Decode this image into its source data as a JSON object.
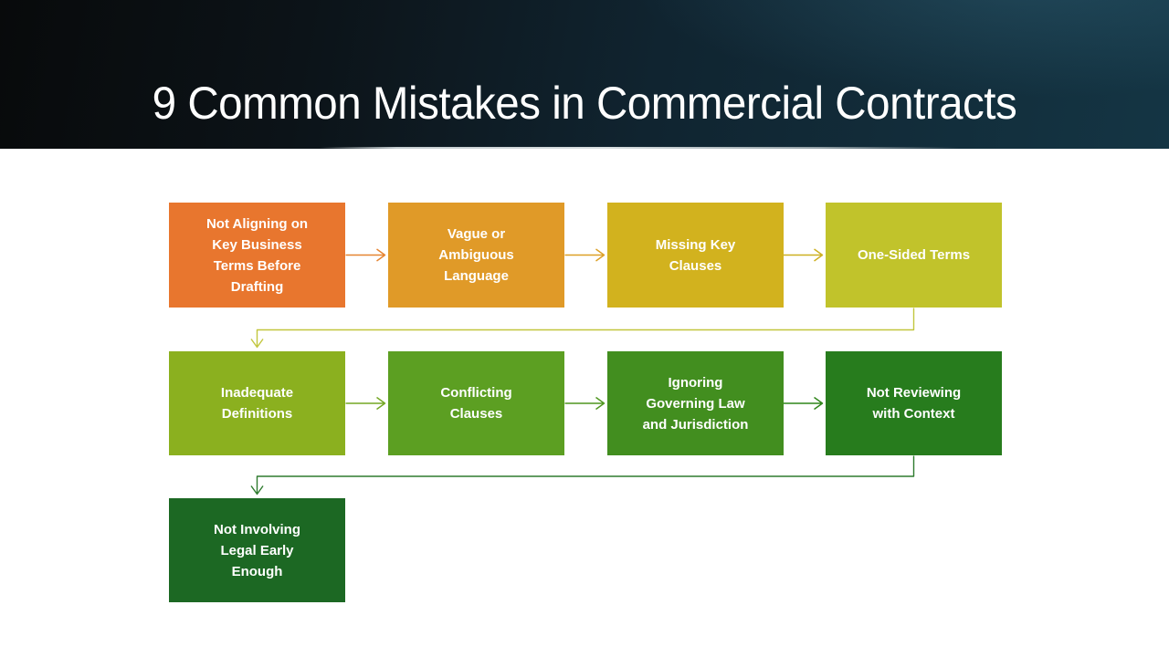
{
  "slide": {
    "title": "9 Common Mistakes in Commercial Contracts",
    "theme": {
      "background": "#FFFFFF",
      "title_color": "#FFFFFF",
      "header_gradient_start": "#080A0B",
      "header_gradient_mid": "#102430",
      "header_gradient_end": "#143544",
      "node_text_color": "#FFFFFF"
    },
    "nodes": [
      {
        "label": "Not Aligning on\nKey Business\nTerms Before\nDrafting",
        "color": "#E8762E"
      },
      {
        "label": "Vague or\nAmbiguous\nLanguage",
        "color": "#E09A28"
      },
      {
        "label": "Missing Key\nClauses",
        "color": "#D2B21E"
      },
      {
        "label": "One-Sided Terms",
        "color": "#C1C32B"
      },
      {
        "label": "Inadequate\nDefinitions",
        "color": "#8BB01F"
      },
      {
        "label": "Conflicting\nClauses",
        "color": "#5C9F22"
      },
      {
        "label": "Ignoring\nGoverning Law\nand Jurisdiction",
        "color": "#428E1F"
      },
      {
        "label": "Not Reviewing\nwith Context",
        "color": "#277C1D"
      },
      {
        "label": "Not Involving\nLegal Early\nEnough",
        "color": "#1C6823"
      }
    ],
    "connectors": [
      {
        "from": 1,
        "to": 2,
        "color": "#E68431"
      },
      {
        "from": 2,
        "to": 3,
        "color": "#DCA026"
      },
      {
        "from": 3,
        "to": 4,
        "color": "#CDB021"
      },
      {
        "from": 4,
        "to": 5,
        "color": "#C2C63E"
      },
      {
        "from": 5,
        "to": 6,
        "color": "#74A724"
      },
      {
        "from": 6,
        "to": 7,
        "color": "#4F961F"
      },
      {
        "from": 7,
        "to": 8,
        "color": "#2F851A"
      },
      {
        "from": 8,
        "to": 9,
        "color": "#2E7B2E"
      }
    ]
  }
}
